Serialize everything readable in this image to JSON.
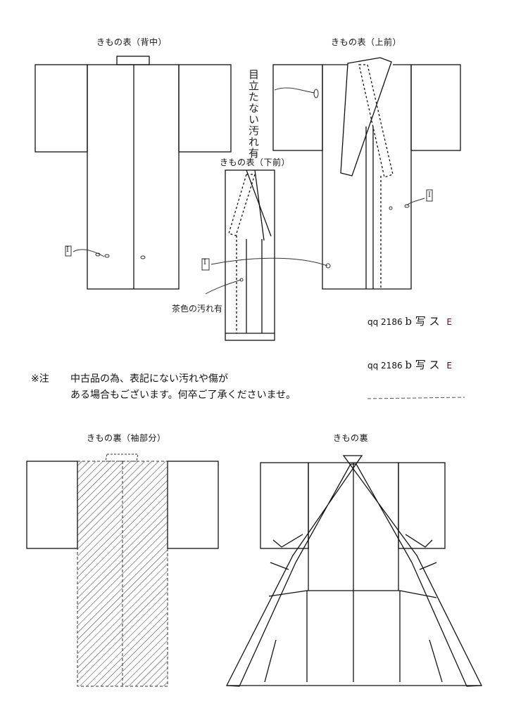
{
  "titles": {
    "back": "きもの表（背中）",
    "upper_front": "きもの表（上前）",
    "lower_front": "きもの表（下前）",
    "sleeve_lining": "きもの裏（袖部分）",
    "lining": "きもの裏"
  },
  "annotations": {
    "stain_front": "目立たない汚れ有",
    "stain_brown": "茶色の汚れ有",
    "mark_1": "Ⅰ",
    "mark_2": "Ⅰ",
    "mark_3": "Ⅰ"
  },
  "codes": [
    {
      "serial": "qq 2186",
      "hand": "b 写 ス",
      "suffix": "E"
    },
    {
      "serial": "qq 2186",
      "hand": "b 写 ス",
      "suffix": "E"
    }
  ],
  "note": {
    "prefix": "※注",
    "line1": "中古品の為、表記にない汚れや傷が",
    "line2": "ある場合もございます。何卒ご了承くださいませ。"
  }
}
